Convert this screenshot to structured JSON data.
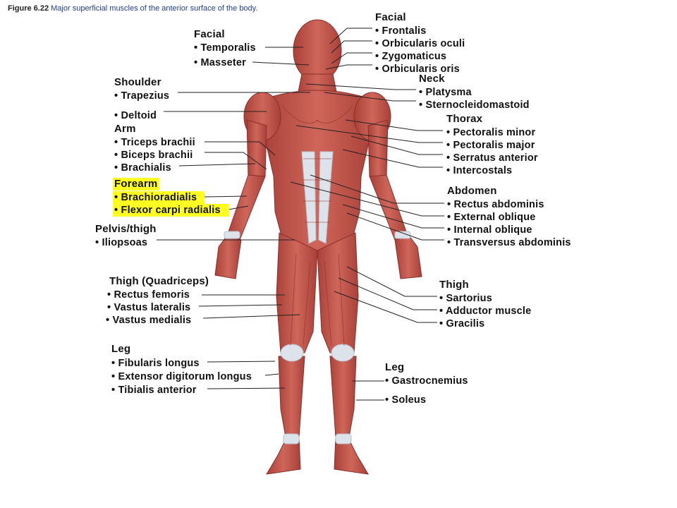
{
  "caption": {
    "figure": "Figure 6.22",
    "text": "Major superficial muscles of the anterior surface of the body."
  },
  "colors": {
    "muscle": "#c8574c",
    "muscle_dark": "#9e3a33",
    "tendon": "#dde3ea",
    "highlight": "#ffff22",
    "caption": "#1f3f8f"
  },
  "groups": {
    "facial_right": {
      "heading": "Facial",
      "items": [
        "Frontalis",
        "Orbicularis oculi",
        "Zygomaticus",
        "Orbicularis oris"
      ]
    },
    "facial_left": {
      "heading": "Facial",
      "items": [
        "Temporalis",
        "Masseter"
      ]
    },
    "shoulder": {
      "heading": "Shoulder",
      "items": [
        "Trapezius",
        "Deltoid"
      ]
    },
    "arm": {
      "heading": "Arm",
      "items": [
        "Triceps brachii",
        "Biceps brachii",
        "Brachialis"
      ]
    },
    "forearm": {
      "heading": "Forearm",
      "items": [
        "Brachioradialis",
        "Flexor carpi radialis"
      ]
    },
    "pelvis": {
      "heading": "Pelvis/thigh",
      "items": [
        "Iliopsoas"
      ]
    },
    "quads": {
      "heading": "Thigh (Quadriceps)",
      "items": [
        "Rectus femoris",
        "Vastus lateralis",
        "Vastus medialis"
      ]
    },
    "leg_left": {
      "heading": "Leg",
      "items": [
        "Fibularis longus",
        "Extensor digitorum longus",
        "Tibialis anterior"
      ]
    },
    "neck": {
      "heading": "Neck",
      "items": [
        "Platysma",
        "Sternocleidomastoid"
      ]
    },
    "thorax": {
      "heading": "Thorax",
      "items": [
        "Pectoralis minor",
        "Pectoralis major",
        "Serratus anterior",
        "Intercostals"
      ]
    },
    "abdomen": {
      "heading": "Abdomen",
      "items": [
        "Rectus abdominis",
        "External oblique",
        "Internal oblique",
        "Transversus abdominis"
      ]
    },
    "thigh": {
      "heading": "Thigh",
      "items": [
        "Sartorius",
        "Adductor muscle",
        "Gracilis"
      ]
    },
    "leg_right": {
      "heading": "Leg",
      "items": [
        "Gastrocnemius",
        "Soleus"
      ]
    }
  }
}
